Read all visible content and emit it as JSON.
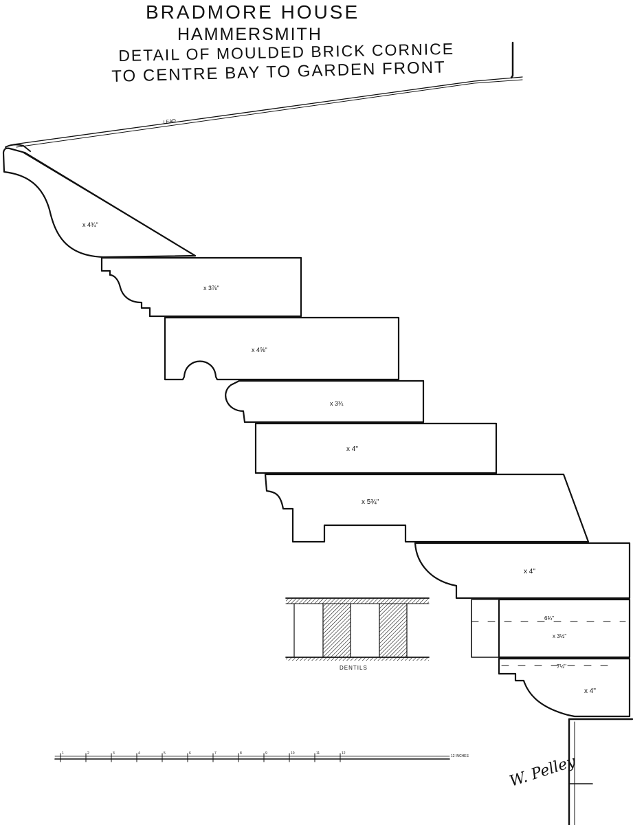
{
  "title": {
    "line1": "BRADMORE HOUSE",
    "line2": "HAMMERSMITH",
    "line3": "DETAIL OF MOULDED BRICK CORNICE",
    "line4": "TO CENTRE BAY TO GARDEN FRONT"
  },
  "labels": {
    "lead": "LEAD",
    "course1": "x 4¾\"",
    "course2": "x 3⅞\"",
    "course3": "x 4⅝\"",
    "course4": "x 3¾",
    "course5": "x 4\"",
    "course6": "x 5¾\"",
    "course7": "x 4\"",
    "course8_width": "6¾\"",
    "course8": "x 3½\"",
    "course9_width": "7½\"",
    "course9": "x 4\"",
    "dentils": "DENTILS",
    "scale_unit": "12 INCHES"
  },
  "scale": {
    "ticks": [
      "1",
      "2",
      "3",
      "4",
      "5",
      "6",
      "7",
      "8",
      "9",
      "10",
      "11",
      "12"
    ]
  },
  "signature": "W. Pelley",
  "colors": {
    "ink": "#111111",
    "paper": "#ffffff"
  }
}
